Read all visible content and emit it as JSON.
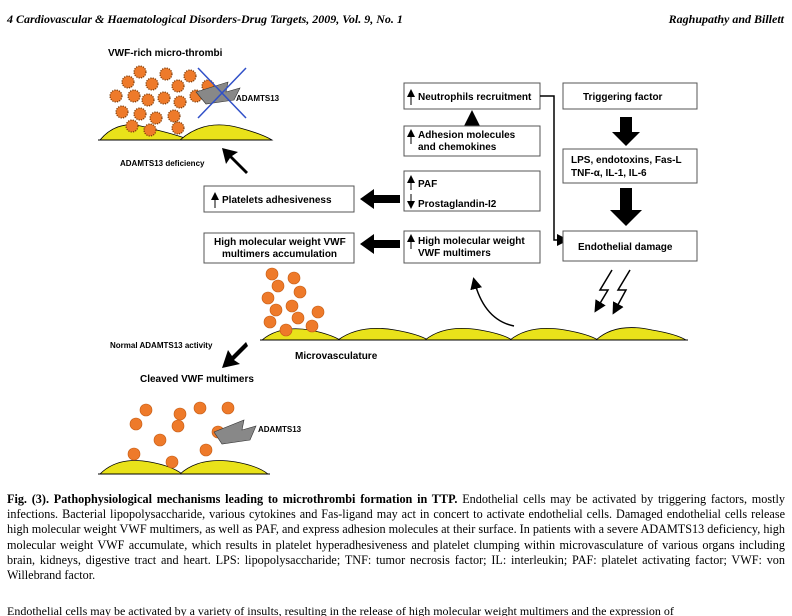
{
  "header": {
    "left": "4   Cardiovascular & Haematological Disorders-Drug Targets, 2009, Vol. 9, No. 1",
    "right": "Raghupathy and Billett"
  },
  "figure": {
    "vwf_title": "VWF-rich micro-thrombi",
    "adamts13_top": "ADAMTS13",
    "adamts13_deficiency": "ADAMTS13 deficiency",
    "platelets_adhesiveness": "Platelets adhesiveness",
    "hmw_accum_line1": "High molecular weight VWF",
    "hmw_accum_line2": "multimers accumulation",
    "neutrophils": "Neutrophils recruitment",
    "adhesion_line1": "Adhesion molecules",
    "adhesion_line2": "and chemokines",
    "paf": "PAF",
    "prostaglandin": "Prostaglandin-I2",
    "hmw_multimers_line1": "High molecular weight",
    "hmw_multimers_line2": "VWF multimers",
    "triggering": "Triggering factor",
    "lps_line1": "LPS, endotoxins, Fas-L",
    "lps_line2": "TNF-α, IL-1, IL-6",
    "endothelial_damage": "Endothelial damage",
    "microvasculature": "Microvasculature",
    "normal_activity": "Normal ADAMTS13 activity",
    "cleaved": "Cleaved VWF multimers",
    "adamts13_bottom": "ADAMTS13"
  },
  "caption": {
    "label": "Fig. (3). Pathophysiological mechanisms leading to microthrombi formation in TTP.",
    "body": " Endothelial cells may be activated by triggering factors, mostly infections. Bacterial lipopolysaccharide, various cytokines and Fas-ligand may act in concert to activate endothelial cells. Damaged endothelial cells release high molecular weight VWF multimers, as well as PAF, and express adhesion molecules at their surface. In patients with a severe ADAMTS13 deficiency, high molecular weight VWF accumulate, which results in platelet hyperadhesiveness and platelet clumping within microvasculature of various organs including brain, kidneys, digestive tract and heart. LPS: lipopolysaccharide; TNF: tumor necrosis factor; IL: interleukin; PAF: platelet activating factor; VWF: von Willebrand factor."
  },
  "cutoff_text": "Endothelial cells may be activated by a variety of insults, resulting in the release of high molecular weight multimers and the expression of"
}
